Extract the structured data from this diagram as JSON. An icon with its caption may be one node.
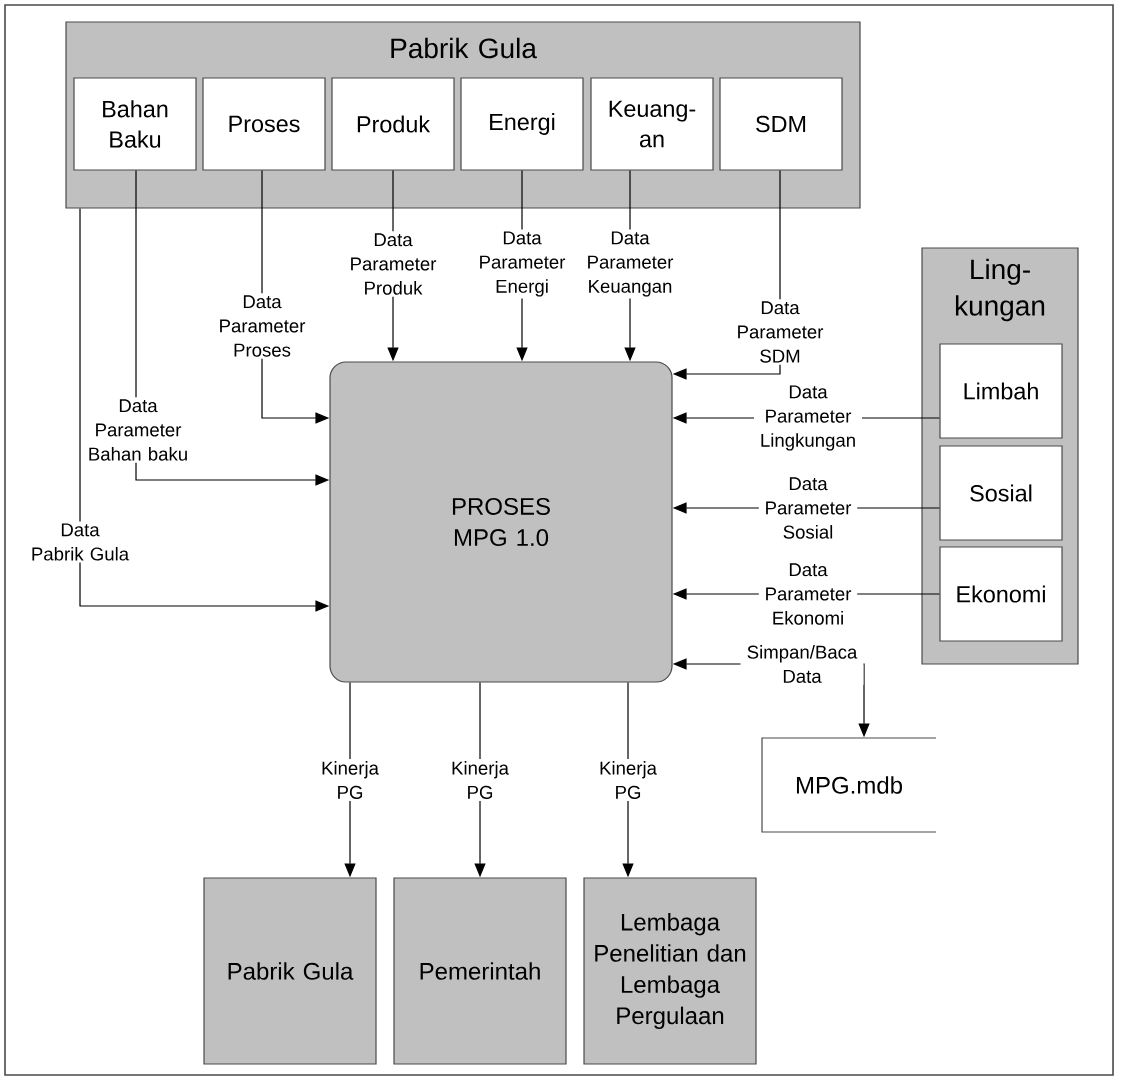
{
  "diagram": {
    "nodes": [
      {
        "text": [
          "Pabrik Gula"
        ]
      },
      {
        "text": [
          "Bahan Baku"
        ],
        "in": 0
      },
      {
        "text": [
          "Proses"
        ],
        "in": 0
      },
      {
        "text": [
          "Produk"
        ],
        "in": 0
      },
      {
        "text": [
          "Energi"
        ],
        "in": 0
      },
      {
        "text": [
          "Keuang- an"
        ],
        "in": 0
      },
      {
        "text": [
          "SDM"
        ],
        "in": 0
      },
      {
        "text": [
          "Ling- kungan"
        ]
      },
      {
        "text": [
          "Limbah"
        ],
        "in": 7
      },
      {
        "text": [
          "Sosial"
        ],
        "in": 7
      },
      {
        "text": [
          "Ekonomi"
        ],
        "in": 7
      },
      {
        "text": [
          "PROSES MPG 1.0"
        ]
      },
      {
        "text": [
          "MPG.mdb"
        ]
      },
      {
        "text": [
          "Pabrik Gula"
        ]
      },
      {
        "text": [
          "Pemerintah"
        ]
      },
      {
        "text": [
          "Lembaga Penelitian dan Lembaga Pergulaan"
        ]
      }
    ],
    "edges": [
      {
        "from": 0,
        "to": 11,
        "arrow": "to",
        "label": "Data Pabrik Gula"
      },
      {
        "from": 1,
        "to": 11,
        "arrow": "to",
        "label": "Data Parameter Bahan baku"
      },
      {
        "from": 2,
        "to": 11,
        "arrow": "to",
        "label": "Data Parameter Proses"
      },
      {
        "from": 3,
        "to": 11,
        "arrow": "to",
        "label": "Data Parameter Produk"
      },
      {
        "from": 4,
        "to": 11,
        "arrow": "to",
        "label": "Data Parameter Energi"
      },
      {
        "from": 5,
        "to": 11,
        "arrow": "to",
        "label": "Data Parameter Keuangan"
      },
      {
        "from": 6,
        "to": 11,
        "arrow": "to",
        "label": "Data Parameter SDM"
      },
      {
        "from": 8,
        "to": 11,
        "arrow": "to",
        "label": "Data Parameter Lingkungan"
      },
      {
        "from": 9,
        "to": 11,
        "arrow": "to",
        "label": "Data Parameter Sosial"
      },
      {
        "from": 10,
        "to": 11,
        "arrow": "to",
        "label": "Data Parameter Ekonomi"
      },
      {
        "from": 11,
        "to": 12,
        "arrow": "both",
        "label": "Simpan/Baca Data"
      },
      {
        "from": 11,
        "to": 13,
        "arrow": "to",
        "label": "Kinerja PG"
      },
      {
        "from": 11,
        "to": 14,
        "arrow": "to",
        "label": "Kinerja PG"
      },
      {
        "from": 11,
        "to": 15,
        "arrow": "to",
        "label": "Kinerja PG"
      }
    ]
  }
}
